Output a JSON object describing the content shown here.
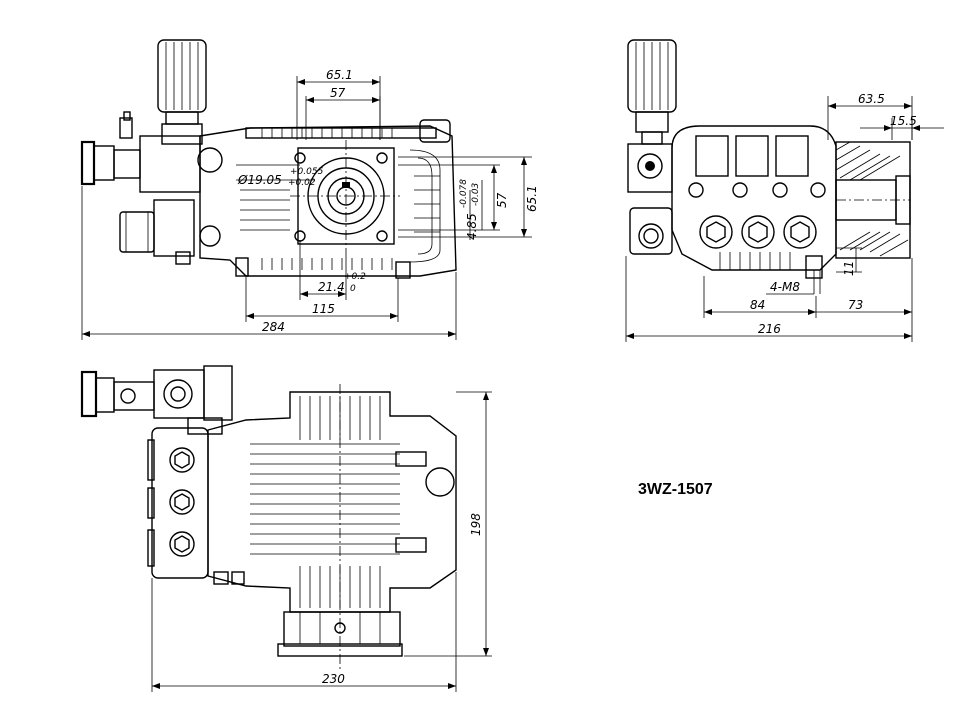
{
  "model_label": "3WZ-1507",
  "front_view": {
    "dims": {
      "d65_1_top": "65.1",
      "d57_top": "57",
      "bore_dia": "Ø19.05",
      "bore_tol_upper": "+0.055",
      "bore_tol_lower": "+0.02",
      "d4_85": "4.85",
      "d4_85_tol_upper": "-0.078",
      "d4_85_tol_lower": "-0.03",
      "d57_side": "57",
      "d65_1_side": "65.1",
      "d21_4": "21.4",
      "d21_4_tol_upper": "+0.2",
      "d21_4_tol_lower": "0",
      "d115": "115",
      "d284": "284"
    }
  },
  "side_view": {
    "dims": {
      "d63_5": "63.5",
      "d15_5": "15.5",
      "d11": "11",
      "bolt": "4-M8",
      "d84": "84",
      "d73": "73",
      "d216": "216"
    }
  },
  "top_view": {
    "dims": {
      "d198": "198",
      "d230": "230"
    }
  }
}
